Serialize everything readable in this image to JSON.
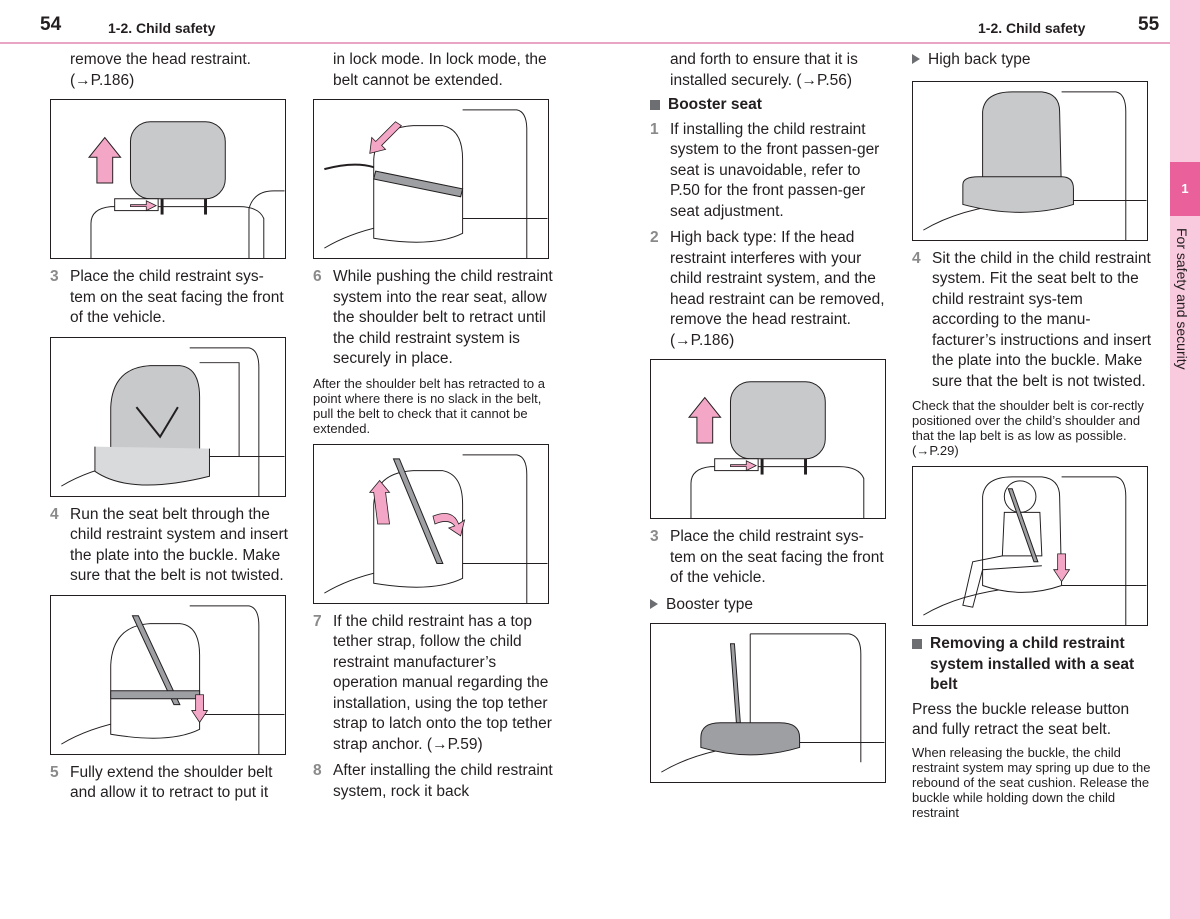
{
  "header": {
    "left_page_number": "54",
    "left_section": "1-2. Child safety",
    "right_section": "1-2. Child safety",
    "right_page_number": "55"
  },
  "side_tab": {
    "number": "1",
    "label": "For safety and security",
    "colors": {
      "tab": "#f9c9dd",
      "accent": "#e9609a"
    }
  },
  "col1": {
    "intro": "remove the head restraint. (→P.186)",
    "step3": {
      "num": "3",
      "text": "Place the child restraint sys-tem on the seat facing the front of the vehicle."
    },
    "step4": {
      "num": "4",
      "text": "Run the seat belt through the child restraint system and insert the plate into the buckle. Make sure that the belt is not twisted."
    },
    "step5": {
      "num": "5",
      "text": "Fully extend the shoulder belt and allow it to retract to put it"
    }
  },
  "col2": {
    "intro": "in lock mode. In lock mode, the belt cannot be extended.",
    "step6": {
      "num": "6",
      "text": "While pushing the child restraint system into the rear seat, allow the shoulder belt to retract until the child restraint system is securely in place."
    },
    "note": "After the shoulder belt has retracted to a point where there is no slack in the belt, pull the belt to check that it cannot be extended.",
    "step7": {
      "num": "7",
      "text": "If the child restraint has a top tether strap, follow the child restraint manufacturer’s operation manual regarding the installation, using the top tether strap to latch onto the top tether strap anchor. (→P.59)"
    },
    "step8": {
      "num": "8",
      "text": "After installing the child restraint system, rock it back"
    }
  },
  "col3": {
    "intro": "and forth to ensure that it is installed securely. (→P.56)",
    "heading": "Booster seat",
    "step1": {
      "num": "1",
      "text": "If installing the child restraint system to the front passen-ger seat is unavoidable, refer to P.50  for the front passen-ger seat adjustment."
    },
    "step2": {
      "num": "2",
      "text": "High back type: If the head restraint interferes with your child restraint system, and the head restraint can be removed, remove the head restraint. (→P.186)"
    },
    "step3": {
      "num": "3",
      "text": "Place the child restraint sys-tem on the seat facing the front of the vehicle."
    },
    "bullet": "Booster type"
  },
  "col4": {
    "bullet": "High back type",
    "step4": {
      "num": "4",
      "text": "Sit the child in the child restraint system. Fit the seat belt to the child restraint sys-tem according to the manu-facturer’s instructions and insert the plate into the buckle. Make sure that the belt is not twisted."
    },
    "note": "Check that the shoulder belt is cor-rectly positioned over the child’s shoulder and that the lap belt is as low as possible. (→P.29)",
    "heading": "Removing a child restraint system installed with a seat belt",
    "body": "Press the buckle release button and fully retract the seat belt.",
    "note2": "When releasing the buckle, the child restraint system may spring up due to the rebound of the seat cushion. Release the buckle while holding down the child restraint"
  },
  "colors": {
    "arrow": "#f4a6c6",
    "seat_gray": "#c8c9cb",
    "rule": "#e8a6c4"
  }
}
